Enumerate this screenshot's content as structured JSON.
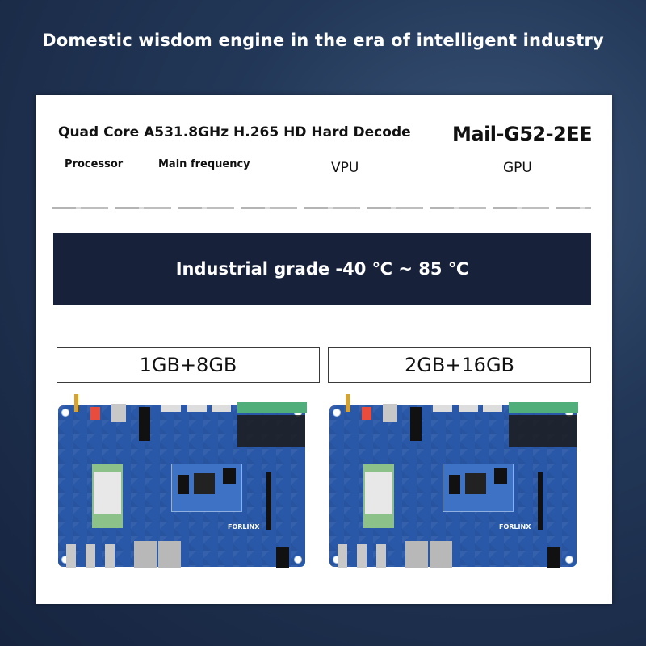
{
  "headline": "Domestic wisdom engine in the era of intelligent industry",
  "specs": {
    "main_line": "Quad Core A531.8GHz H.265 HD Hard Decode",
    "gpu_value": "Mail-G52-2EE",
    "labels": {
      "processor": "Processor",
      "main_frequency": "Main frequency",
      "vpu": "VPU",
      "gpu": "GPU"
    }
  },
  "temperature_banner": "Industrial grade -40 ℃ ~ 85 ℃",
  "memory_options": [
    {
      "label": "1GB+8GB",
      "board_brand": "FORLINX"
    },
    {
      "label": "2GB+16GB",
      "board_brand": "FORLINX"
    }
  ],
  "colors": {
    "background": "#1e3050",
    "banner": "#18213a",
    "pcb": "#2a58a8",
    "card": "#ffffff"
  }
}
